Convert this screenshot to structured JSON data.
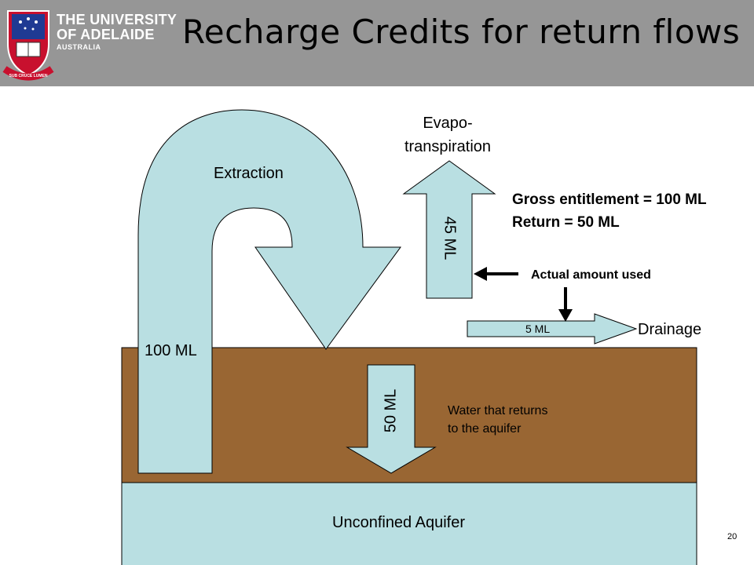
{
  "header": {
    "logo_line1": "THE UNIVERSITY",
    "logo_line2": "OF ADELAIDE",
    "logo_line3": "AUSTRALIA",
    "motto": "SUB CRUCE LUMEN",
    "title": "Recharge Credits for return flows"
  },
  "diagram": {
    "extraction": "Extraction",
    "extraction_amount": "100 ML",
    "evapo_line1": "Evapo-",
    "evapo_line2": "transpiration",
    "evapo_amount": "45 ML",
    "gross_entitlement": "Gross entitlement = 100 ML",
    "return": "Return = 50 ML",
    "actual_used": "Actual amount used",
    "drainage_amount": "5 ML",
    "drainage": "Drainage",
    "recharge_amount": "50 ML",
    "recharge_line1": "Water that returns",
    "recharge_line2": "to the aquifer",
    "aquifer": "Unconfined Aquifer"
  },
  "colors": {
    "header": "#969696",
    "soil": "#996633",
    "water": "#b9dfe2",
    "outline": "#000000"
  },
  "page_number": "20"
}
